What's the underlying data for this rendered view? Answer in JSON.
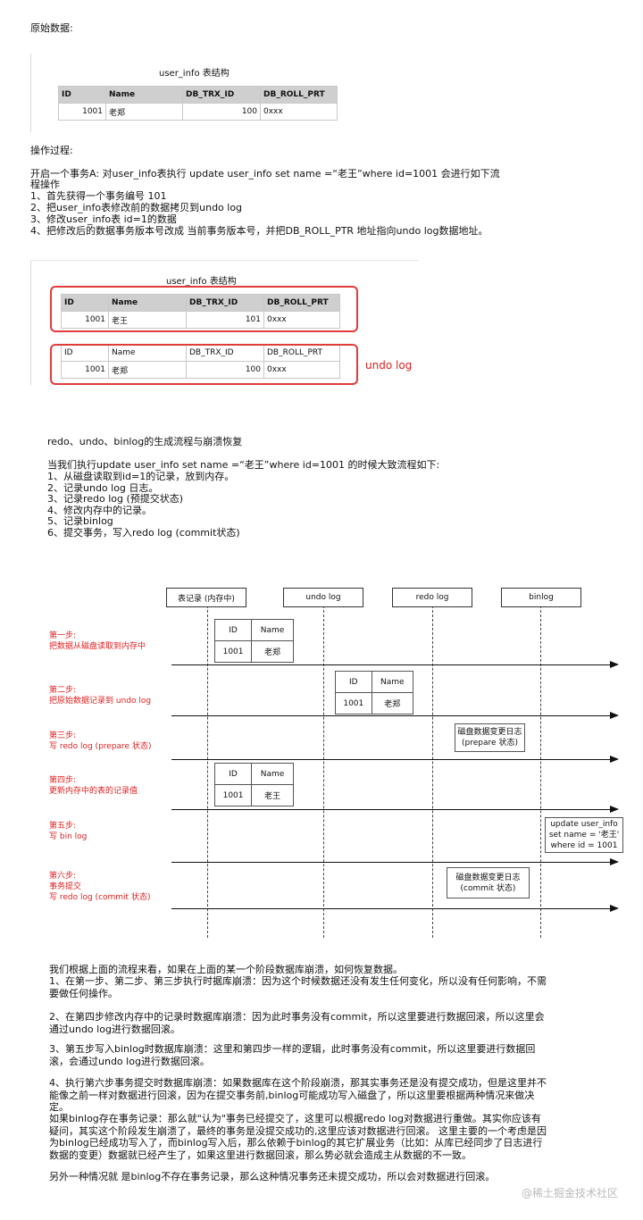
{
  "heading_raw": "原始数据:",
  "table1": {
    "title": "user_info 表结构",
    "headers": [
      "ID",
      "Name",
      "DB_TRX_ID",
      "DB_ROLL_PRT"
    ],
    "row": [
      "1001",
      "老郑",
      "100",
      "0xxx"
    ]
  },
  "heading_process": "操作过程:",
  "process_lines": [
    "开启一个事务A: 对user_info表执行 update user_info set name =“老王”where id=1001 会进行如下流",
    "程操作",
    "1、首先获得一个事务编号 101",
    "2、把user_info表修改前的数据拷贝到undo log",
    "3、修改user_info表 id=1的数据",
    "4、把修改后的数据事务版本号改成 当前事务版本号，并把DB_ROLL_PTR 地址指向undo log数据地址。"
  ],
  "table2": {
    "title": "user_info 表结构",
    "headers": [
      "ID",
      "Name",
      "DB_TRX_ID",
      "DB_ROLL_PRT"
    ],
    "row_new": [
      "1001",
      "老王",
      "101",
      "0xxx"
    ],
    "row_old": [
      "1001",
      "老郑",
      "100",
      "0xxx"
    ],
    "undo_label": "undo log"
  },
  "flow_title": "redo、undo、binlog的生成流程与崩溃恢复",
  "flow_lines": [
    "当我们执行update user_info set name =“老王”where id=1001 的时候大致流程如下:",
    "1、从磁盘读取到id=1的记录，放到内存。",
    "2、记录undo log 日志。",
    "3、记录redo log (预提交状态)",
    "4、修改内存中的记录。",
    "5、记录binlog",
    "6、提交事务，写入redo log (commit状态)"
  ],
  "diagram": {
    "lanes": [
      "表记录 (内存中)",
      "undo log",
      "redo log",
      "binlog"
    ],
    "steps": [
      [
        "第一步:",
        "把数据从磁盘读取到内存中"
      ],
      [
        "第二步:",
        "把原始数据记录到 undo log"
      ],
      [
        "第三步:",
        "写 redo log (prepare 状态)"
      ],
      [
        "第四步:",
        "更新内存中的表的记录值"
      ],
      [
        "第五步:",
        "写 bin log"
      ],
      [
        "第六步:",
        "事务提交",
        "写 redo log (commit 状态)"
      ]
    ],
    "mini_headers": [
      "ID",
      "Name"
    ],
    "mini_rows": {
      "step1": [
        "1001",
        "老郑"
      ],
      "step2": [
        "1001",
        "老郑"
      ],
      "step4": [
        "1001",
        "老王"
      ]
    },
    "redo_prepare": [
      "磁盘数据变更日志",
      "(prepare 状态)"
    ],
    "binlog_box": [
      "update user_info",
      "set name = '老王'",
      "where id = 1001"
    ],
    "redo_commit": [
      "磁盘数据变更日志",
      "(commit 状态)"
    ]
  },
  "recovery": {
    "intro": "我们根据上面的流程来看，如果在上面的某一个阶段数据库崩溃，如何恢复数据。",
    "p1": "1、在第一步、第二步、第三步执行时据库崩溃：因为这个时候数据还没有发生任何变化，所以没有任何影响，不需要做任何操作。",
    "p2": "2、在第四步修改内存中的记录时数据库崩溃：因为此时事务没有commit，所以这里要进行数据回滚，所以这里会通过undo log进行数据回滚。",
    "p3": "3、第五步写入binlog时数据库崩溃：这里和第四步一样的逻辑，此时事务没有commit，所以这里要进行数据回滚，会通过undo log进行数据回滚。",
    "p4": "4、执行第六步事务提交时数据库崩溃：如果数据库在这个阶段崩溃，那其实事务还是没有提交成功，但是这里并不能像之前一样对数据进行回滚，因为在提交事务前,binlog可能成功写入磁盘了，所以这里要根据两种情况来做决定。",
    "p5": "如果binlog存在事务记录：那么就\"认为\"事务已经提交了，这里可以根据redo log对数据进行重做。其实你应该有疑问，其实这个阶段发生崩溃了，最终的事务是没提交成功的,这里应该对数据进行回滚。 这里主要的一个考虑是因为binlog已经成功写入了，而binlog写入后，那么依赖于binlog的其它扩展业务（比如：从库已经同步了日志进行数据的变更）数据就已经产生了，如果这里进行数据回滚，那么势必就会造成主从数据的不一致。",
    "p6": "另外一种情况就 是binlog不存在事务记录，那么这种情况事务还未提交成功，所以会对数据进行回滚。"
  },
  "watermark": "@稀土掘金技术社区"
}
